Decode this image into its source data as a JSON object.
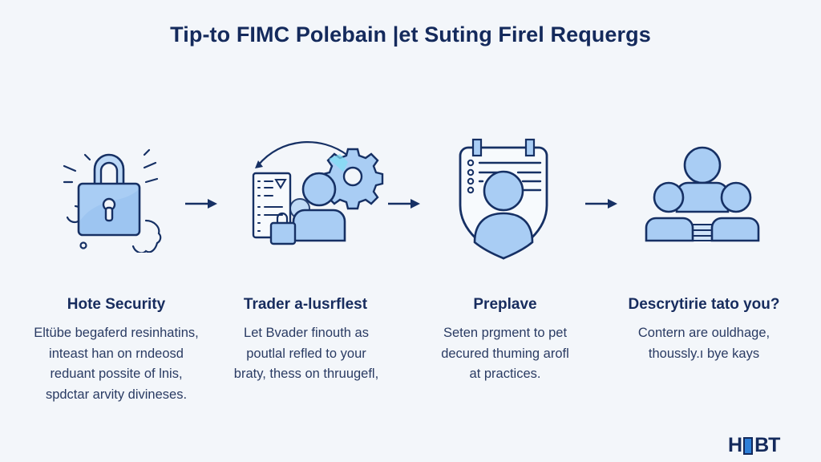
{
  "header": {
    "title": "Tip-to FIMC Polebain |et Suting Firel Requergs"
  },
  "steps": [
    {
      "icon": "padlock-icon",
      "title": "Hote Security",
      "lines": [
        "Eltübe begaferd resinhatins,",
        "inteast han on rndeosd",
        "reduant possite of lnis,",
        "spdctar arvity divineses."
      ]
    },
    {
      "icon": "user-gear-icon",
      "title": "Trader a-lusrflest",
      "lines": [
        "Let Bvader finouth as",
        "poutlal refled to your",
        "braty, thess on thruugefl,"
      ]
    },
    {
      "icon": "profile-shield-icon",
      "title": "Preplave",
      "lines": [
        "Seten prgment to pet",
        "decured thuming arofl",
        "at practices."
      ]
    },
    {
      "icon": "user-group-icon",
      "title": "Descrytirie tato you?",
      "lines": [
        "Contern are ouldhage,",
        "thoussly.ı bye kays"
      ]
    }
  ],
  "arrows": [
    "arrow-right",
    "arrow-right",
    "arrow-right"
  ],
  "logo": {
    "left": "H",
    "right": "BT"
  },
  "colors": {
    "background": "#f3f6fa",
    "stroke": "#163064",
    "fill": "#a9cdf4",
    "fill_light": "#cfe3f9",
    "text": "#172c5e"
  }
}
